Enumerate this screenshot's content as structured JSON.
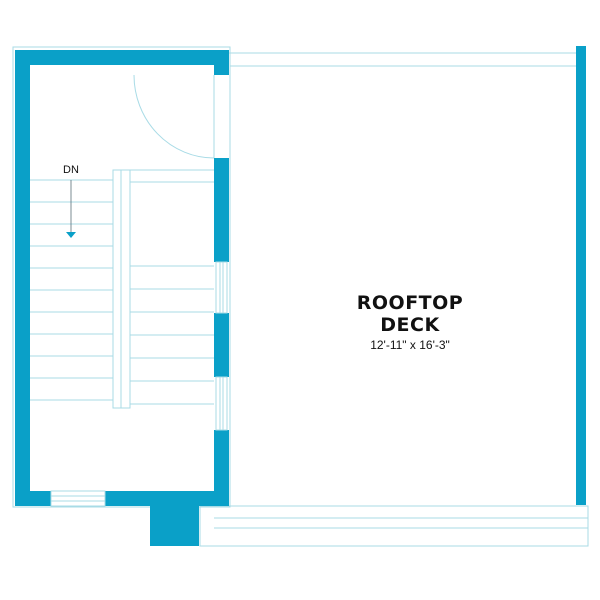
{
  "floor_plan": {
    "colors": {
      "wall": "#0aa0c8",
      "thin_line": "#a8dbe6",
      "text": "#111111"
    },
    "stair": {
      "label": "DN",
      "direction_icon": "arrow-down-icon"
    },
    "rooms": [
      {
        "name_line1": "ROOFTOP",
        "name_line2": "DECK",
        "dimensions": "12'-11\" x 16'-3\""
      }
    ]
  }
}
